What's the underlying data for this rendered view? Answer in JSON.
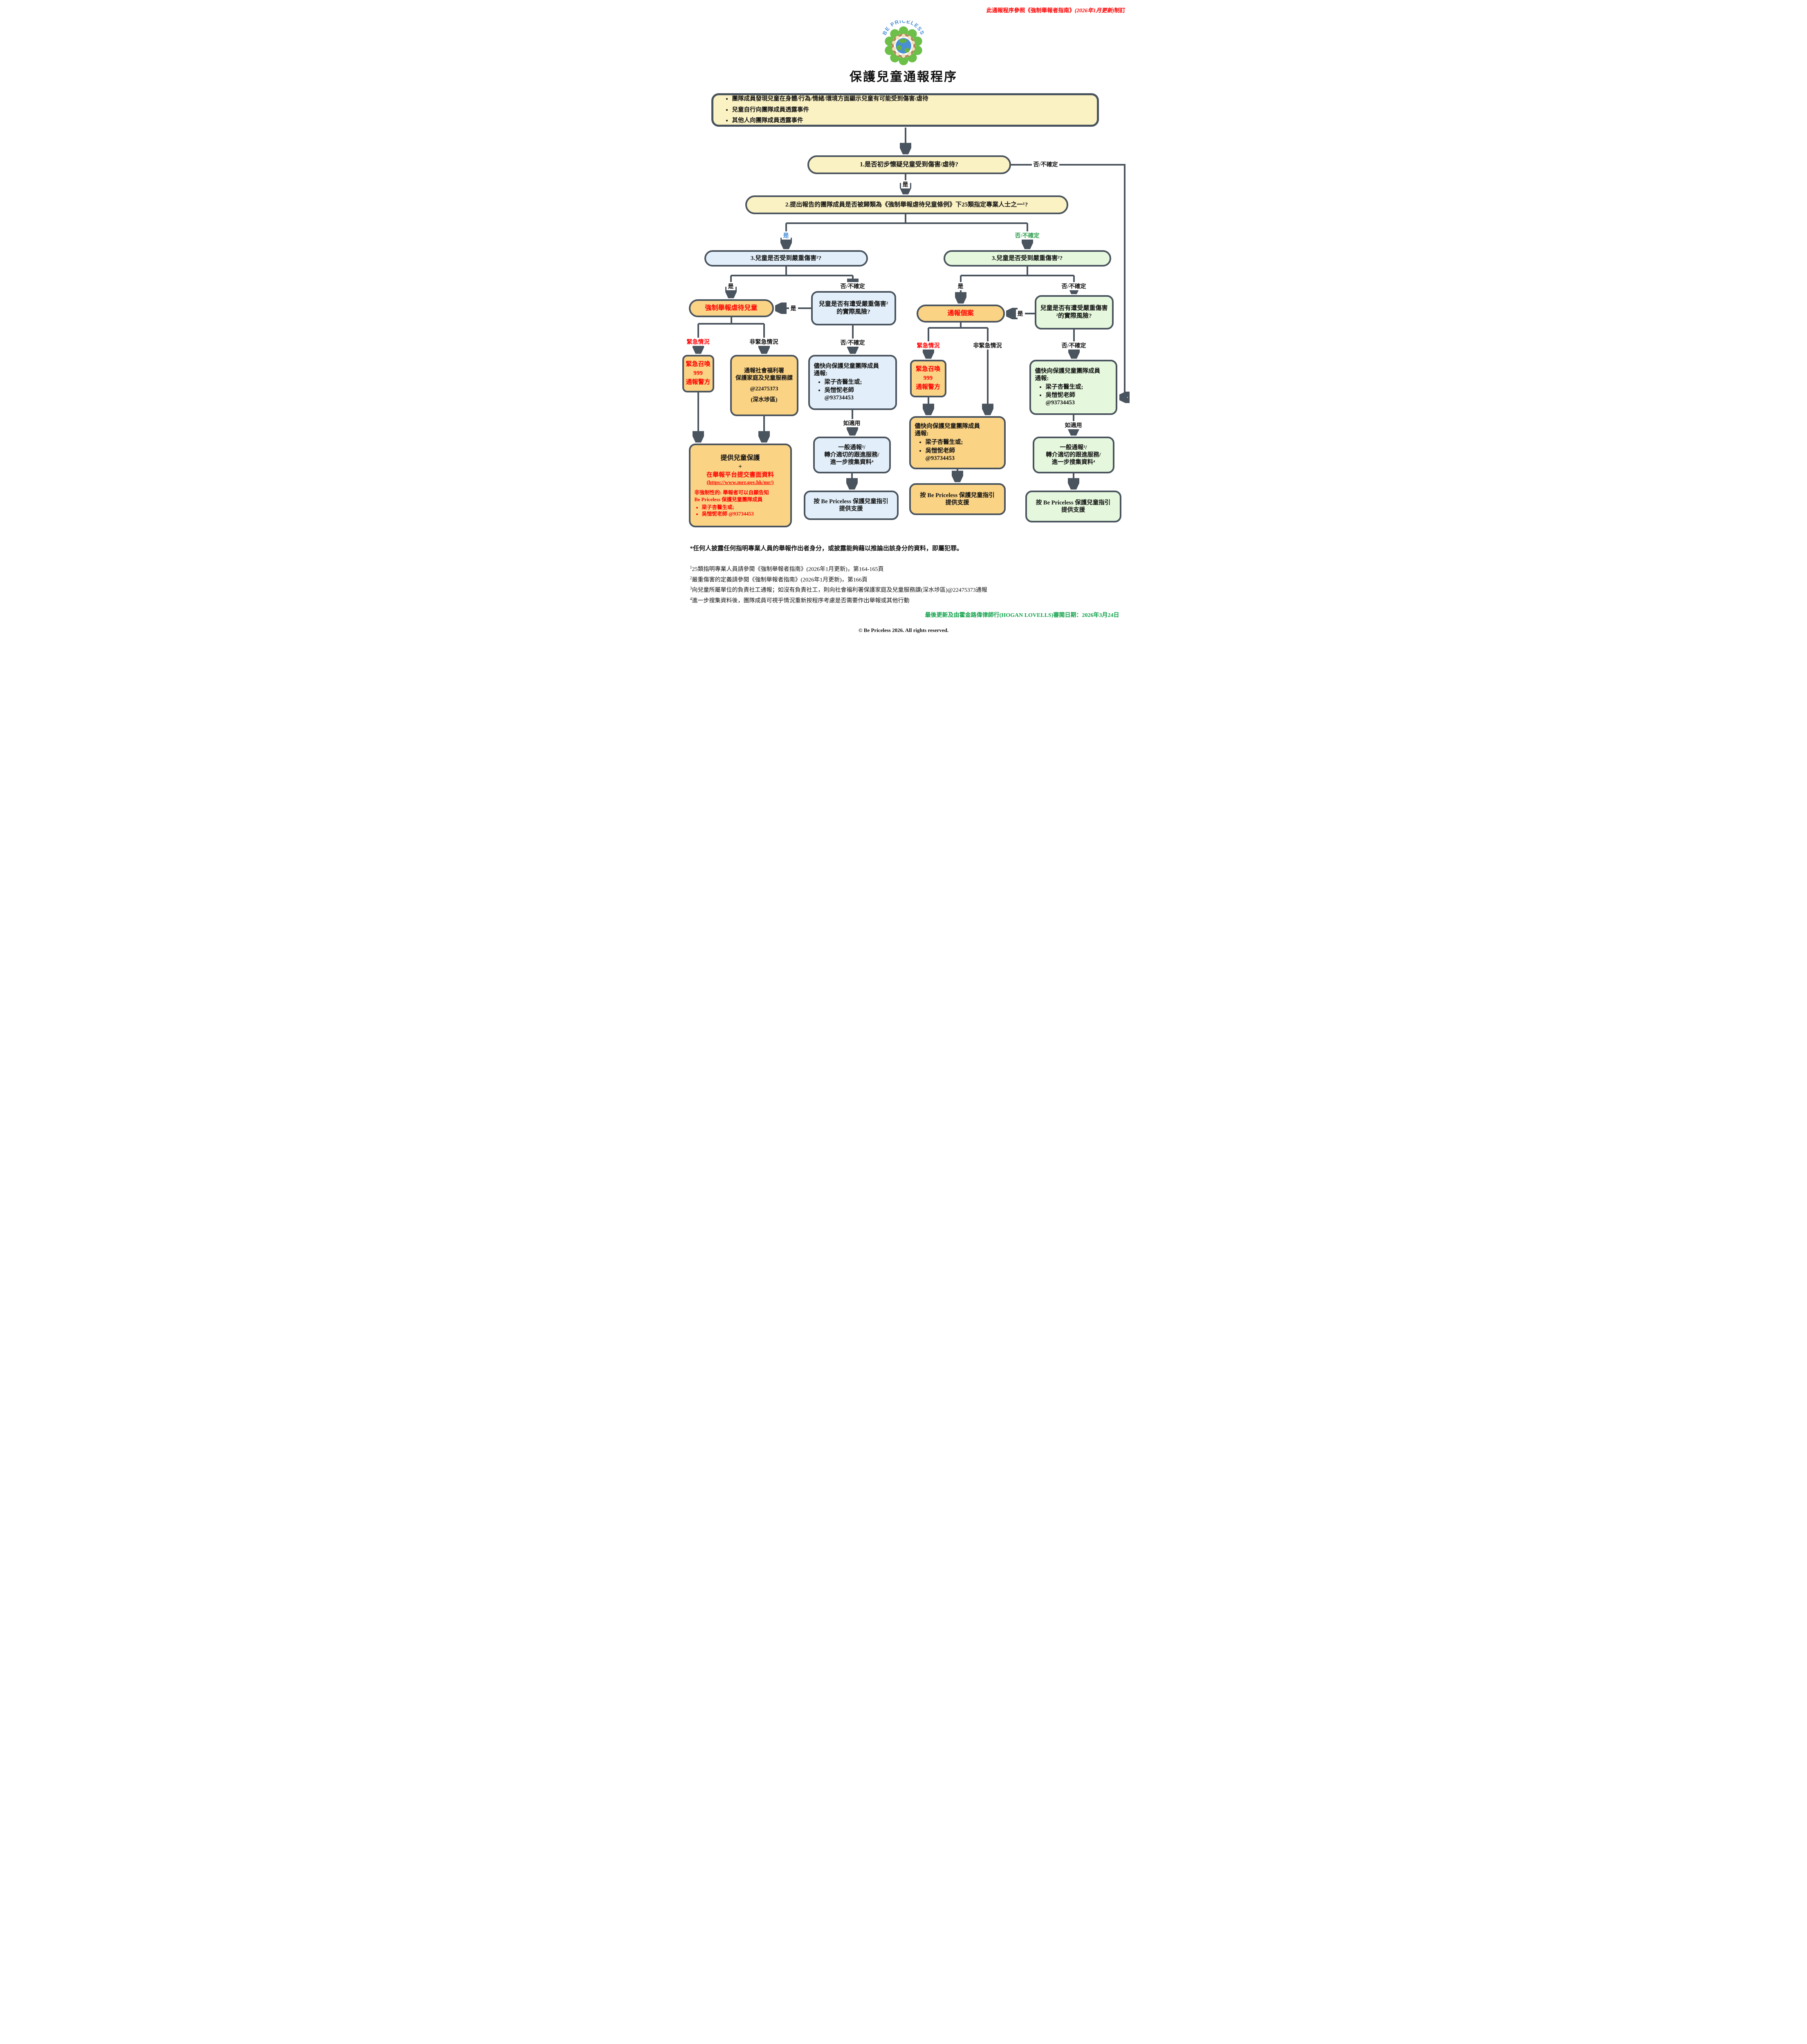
{
  "colors": {
    "line": "#4A545E",
    "yellow": "#FBF2C4",
    "orange": "#FAD385",
    "blue": "#E2EFFA",
    "green": "#E5F8DD",
    "red": "#FF0000",
    "yesblue": "#4A90D8",
    "nogreen": "#2EA04D",
    "reviewgreen": "#12A24B"
  },
  "header": {
    "note_prefix": "此通報程序參照《強制舉報者指南》",
    "note_italic": "(2026年1月更新)",
    "note_suffix": "制訂",
    "logo_text": "BE PRICELESS",
    "title": "保護兒童通報程序"
  },
  "intro_box": {
    "bullets": [
      "團隊成員發現兒童在身體/行為/情緒/環境方面顯示兒童有可能受到傷害/虐待",
      "兒童自行向團隊成員透露事件",
      "其他人向團隊成員透露事件"
    ]
  },
  "labels": {
    "yes": "是",
    "no_unsure": "否/不確定",
    "urgent": "緊急情況",
    "non_urgent": "非緊急情況",
    "if_applicable": "如適用"
  },
  "q1": "1.是否初步懷疑兒童受到傷害/虐待?",
  "q2": "2.提出報告的團隊成員是否被歸類為《強制舉報虐待兒童條例》下25類指定專業人士之一¹?",
  "q3": "3.兒童是否受到嚴重傷害²?",
  "risk_q": "兒童是否有遭受嚴重傷害²的實際風險?",
  "mandatory_report": "強制舉報虐待兒童",
  "report_case": "通報個案",
  "call999": {
    "l1": "緊急召喚",
    "l2": "999",
    "l3": "通報警方"
  },
  "swd_box": {
    "l1": "通報社會福利署",
    "l2": "保護家庭及兒童服務課",
    "phone": "@22475373",
    "district": "(深水埗區)"
  },
  "notify_team": {
    "l1": "儘快向保護兒童團隊成員",
    "l2": "通報:",
    "b1": "梁子杏醫生或;",
    "b2": "吳愷怩老師",
    "b2_phone": "@93734453"
  },
  "provide_box": {
    "t1": "提供兒童保護",
    "t2": "+",
    "t3": "在舉報平台提交書面資料",
    "url": "(https://www.mrr.gov.hk/mr/)",
    "n1": "非強制性的: 舉報者可以自願告知",
    "n2": "Be Priceless 保護兒童團隊成員",
    "b1": "梁子杏醫生或;",
    "b2": "吳愷怩老師 @93734453"
  },
  "general_report": {
    "l1": "一般通報³/",
    "l2": "轉介適切的跟進服務/",
    "l3": "進一步搜集資料⁴"
  },
  "support_box": {
    "l1": "按 Be Priceless 保護兒童指引",
    "l2": "提供支援"
  },
  "footer": {
    "warning": "*任何人披露任何指明專業人員的舉報作出者身分，或披露能夠藉以推論出該身分的資料，即屬犯罪。",
    "footnotes": [
      {
        "marker": "1",
        "text": "25類指明專業人員請參閱《強制舉報者指南》(2026年1月更新)，第164-165頁"
      },
      {
        "marker": "2",
        "text": "嚴重傷害的定義請參閱《強制舉報者指南》(2026年1月更新)，第166頁"
      },
      {
        "marker": "3",
        "text": "向兒童所屬單位的負責社工通報；如沒有負責社工，則向社會福利署保護家庭及兒童服務課(深水埗區)@22475373通報"
      },
      {
        "marker": "4",
        "text": "進一步搜集資料後，團隊成員可視乎情況重新按程序考慮是否需要作出舉報或其他行動"
      }
    ],
    "review": "最後更新及由霍金路偉律師行(HOGAN LOVELLS)審閱日期：2026年3月24日",
    "copyright": "© Be Priceless 2026. All rights reserved."
  }
}
